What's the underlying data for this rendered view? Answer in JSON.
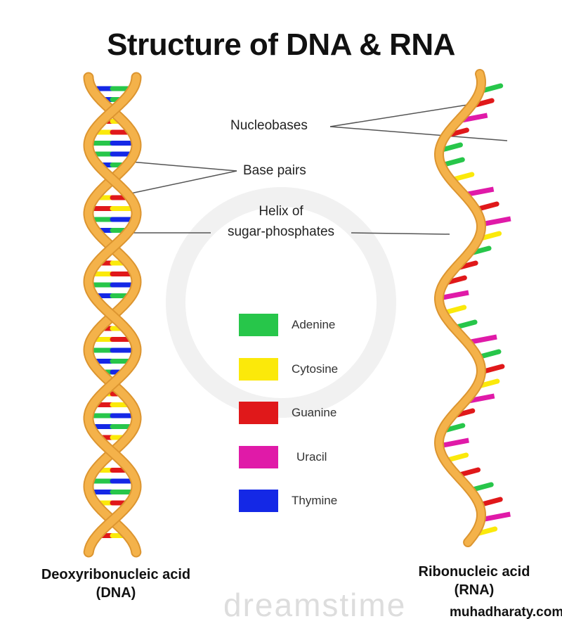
{
  "title": "Structure of DNA & RNA",
  "labels": {
    "nucleobases": "Nucleobases",
    "base_pairs": "Base pairs",
    "helix_line1": "Helix of",
    "helix_line2": "sugar-phosphates"
  },
  "legend": [
    {
      "name": "Adenine",
      "color": "#27c64a"
    },
    {
      "name": "Cytosine",
      "color": "#fbe90a"
    },
    {
      "name": "Guanine",
      "color": "#e0181a"
    },
    {
      "name": "Uracil",
      "color": "#e01aa8"
    },
    {
      "name": "Thymine",
      "color": "#1428e6"
    }
  ],
  "dna_caption": {
    "line1": "Deoxyribonucleic acid",
    "line2": "(DNA)"
  },
  "rna_caption": {
    "line1": "Ribonucleic acid",
    "line2": "(RNA)"
  },
  "watermark": "dreamstime",
  "site": "muhadharaty.com",
  "colors": {
    "strand": "#f4b24a",
    "strand_edge": "#dc9530",
    "line": "#555555"
  }
}
